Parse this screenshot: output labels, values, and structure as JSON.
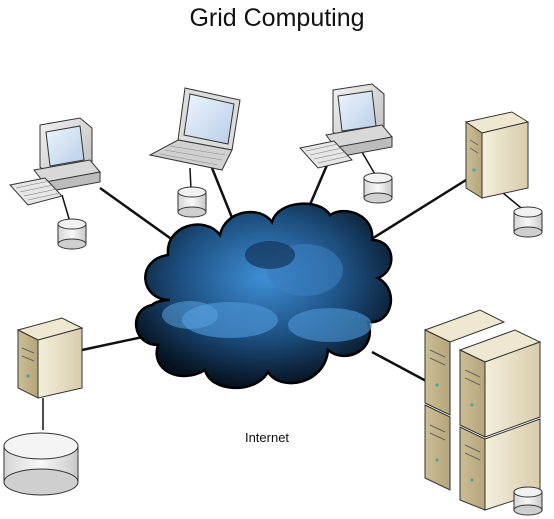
{
  "diagram": {
    "title": "Grid Computing",
    "cloud_label": "Internet",
    "nodes": [
      {
        "id": "desktop-left",
        "kind": "desktop-with-disk"
      },
      {
        "id": "laptop",
        "kind": "laptop-with-disk"
      },
      {
        "id": "desktop-right",
        "kind": "desktop-with-disk"
      },
      {
        "id": "server-top-right",
        "kind": "server-with-disk"
      },
      {
        "id": "server-left",
        "kind": "server-with-large-disk"
      },
      {
        "id": "server-cluster",
        "kind": "server-cluster-with-disk"
      }
    ],
    "edges": [
      {
        "from": "desktop-left",
        "to": "internet"
      },
      {
        "from": "laptop",
        "to": "internet"
      },
      {
        "from": "desktop-right",
        "to": "internet"
      },
      {
        "from": "server-top-right",
        "to": "internet"
      },
      {
        "from": "server-left",
        "to": "internet"
      },
      {
        "from": "server-cluster",
        "to": "internet"
      }
    ],
    "colors": {
      "cloud_dark": "#0b1a2b",
      "cloud_light": "#3a86c8",
      "server_beige": "#e8dfc4",
      "monitor_gray": "#d9d9d9"
    }
  }
}
